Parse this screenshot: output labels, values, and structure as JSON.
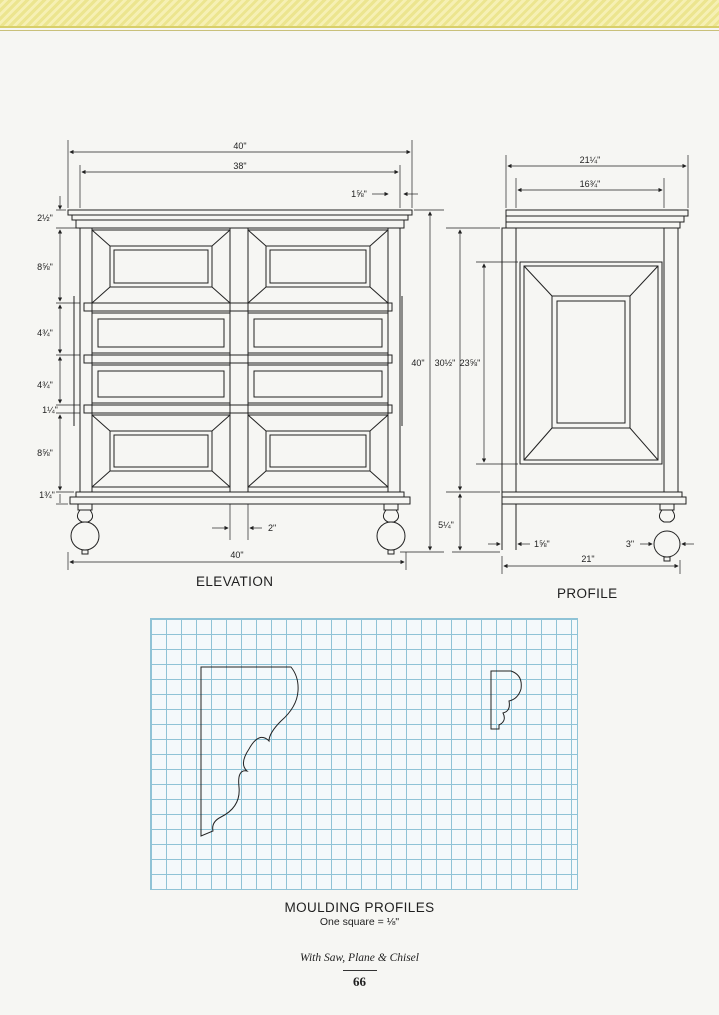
{
  "captions": {
    "elevation": "ELEVATION",
    "profile": "PROFILE",
    "moulding_title": "MOULDING PROFILES",
    "moulding_subtitle": "One square = ⅛\""
  },
  "footer": {
    "book_title": "With Saw, Plane & Chisel",
    "page_number": "66"
  },
  "elevation_dims": {
    "overall_top": "40\"",
    "case_width": "38\"",
    "top_overhang": "1⅝\"",
    "top_moulding": "2½\"",
    "drawer_1": "8⅝\"",
    "drawer_2": "4¾\"",
    "drawer_3": "4¾\"",
    "divider": "1¼\"",
    "drawer_4": "8⅝\"",
    "base_moulding": "1¾\"",
    "foot_spacing": "2\"",
    "overall_bottom": "40\""
  },
  "profile_dims": {
    "overall_top": "21¼\"",
    "case_depth": "16¾\"",
    "overall_height": "40\"",
    "case_height": "30½\"",
    "panel_height": "23⅝\"",
    "foot_height": "5¼\"",
    "stile": "1⅝\"",
    "foot_dia": "3\"",
    "overall_bottom": "21\""
  },
  "colors": {
    "grid_line": "#8fc3d6",
    "top_band": "#ece58f"
  }
}
